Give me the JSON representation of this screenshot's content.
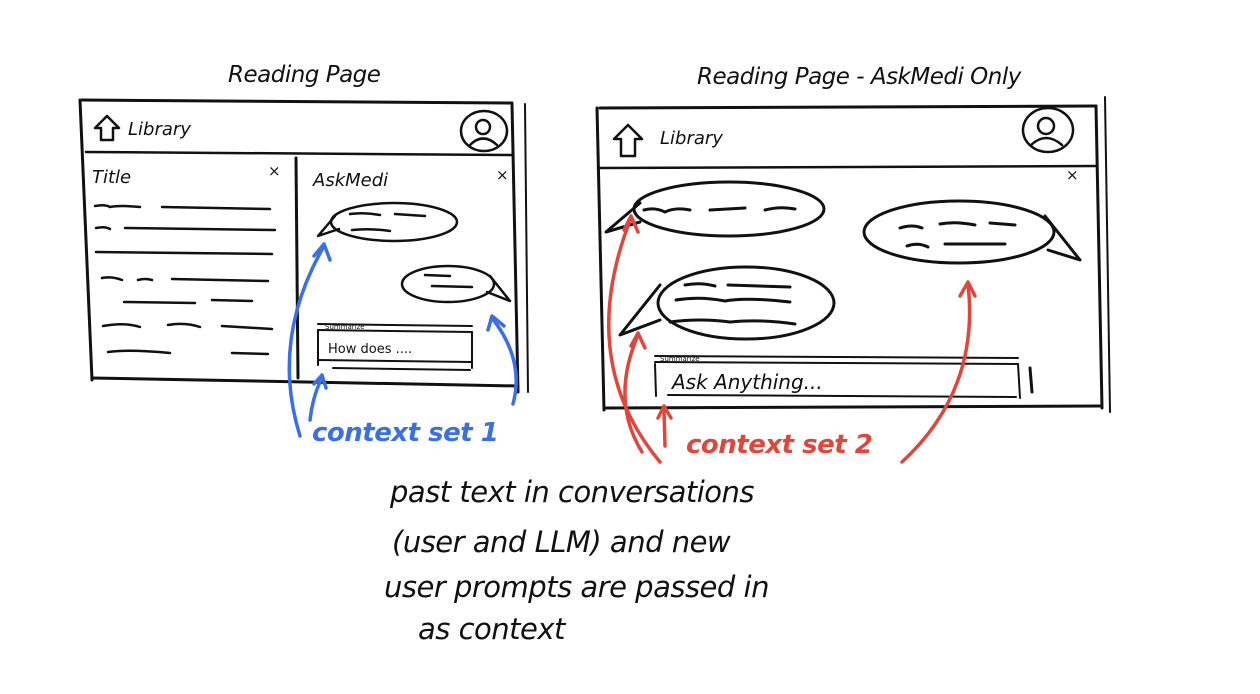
{
  "left_mockup": {
    "heading": "Reading Page",
    "nav_label": "Library",
    "pane_title": "Title",
    "close_mark": "×",
    "chat_header": "AskMedi",
    "chat_close_mark": "×",
    "summarize_tab": "Summarize",
    "input_text": "How does ....",
    "context_label": "context set 1"
  },
  "right_mockup": {
    "heading": "Reading Page - AskMedi Only",
    "nav_label": "Library",
    "close_mark": "×",
    "summarize_tab": "Summarize",
    "input_text": "Ask Anything...",
    "context_label": "context set 2"
  },
  "note": {
    "line1": "past text in conversations",
    "line2": "(user and LLM) and new",
    "line3": "user prompts are passed in",
    "line4": "as context"
  },
  "colors": {
    "ink": "#111111",
    "context_set_1": "#3a6fe6",
    "context_set_2": "#e0473a"
  },
  "icons": [
    "home-icon",
    "user-avatar-icon",
    "close-icon"
  ]
}
